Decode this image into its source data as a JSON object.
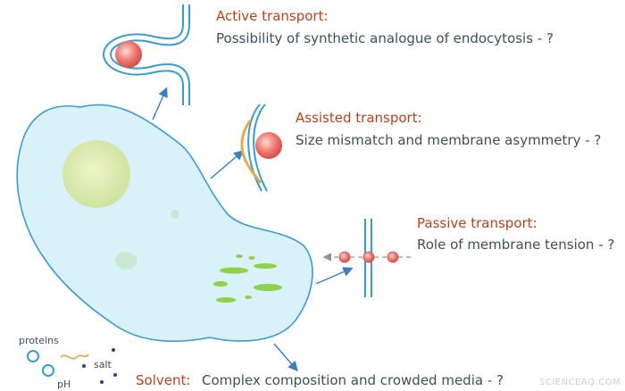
{
  "labels": {
    "active_title": "Active transport:",
    "active_desc": "Possibility of synthetic analogue of endocytosis - ?",
    "assisted_title": "Assisted transport:",
    "assisted_desc": "Size mismatch and membrane asymmetry - ?",
    "passive_title": "Passive transport:",
    "passive_desc": "Role of membrane tension - ?",
    "solvent_title": "Solvent:",
    "solvent_desc": "Complex composition and crowded media - ?",
    "proteins": "proteins",
    "salt": "salt",
    "ph": "pH",
    "watermark": "SCIENCEAQ.COM"
  },
  "colors": {
    "title": "#b7411c",
    "text": "#3d4f5c",
    "membrane": "#3a9bd0",
    "cell_fill": "#d9f1f8",
    "nucleus": "#d2e6a6",
    "organelle": "#8fd24a",
    "particle": "#e86a68",
    "protein_coat": "#e5a94a",
    "arrow": "#3a7fc1"
  }
}
